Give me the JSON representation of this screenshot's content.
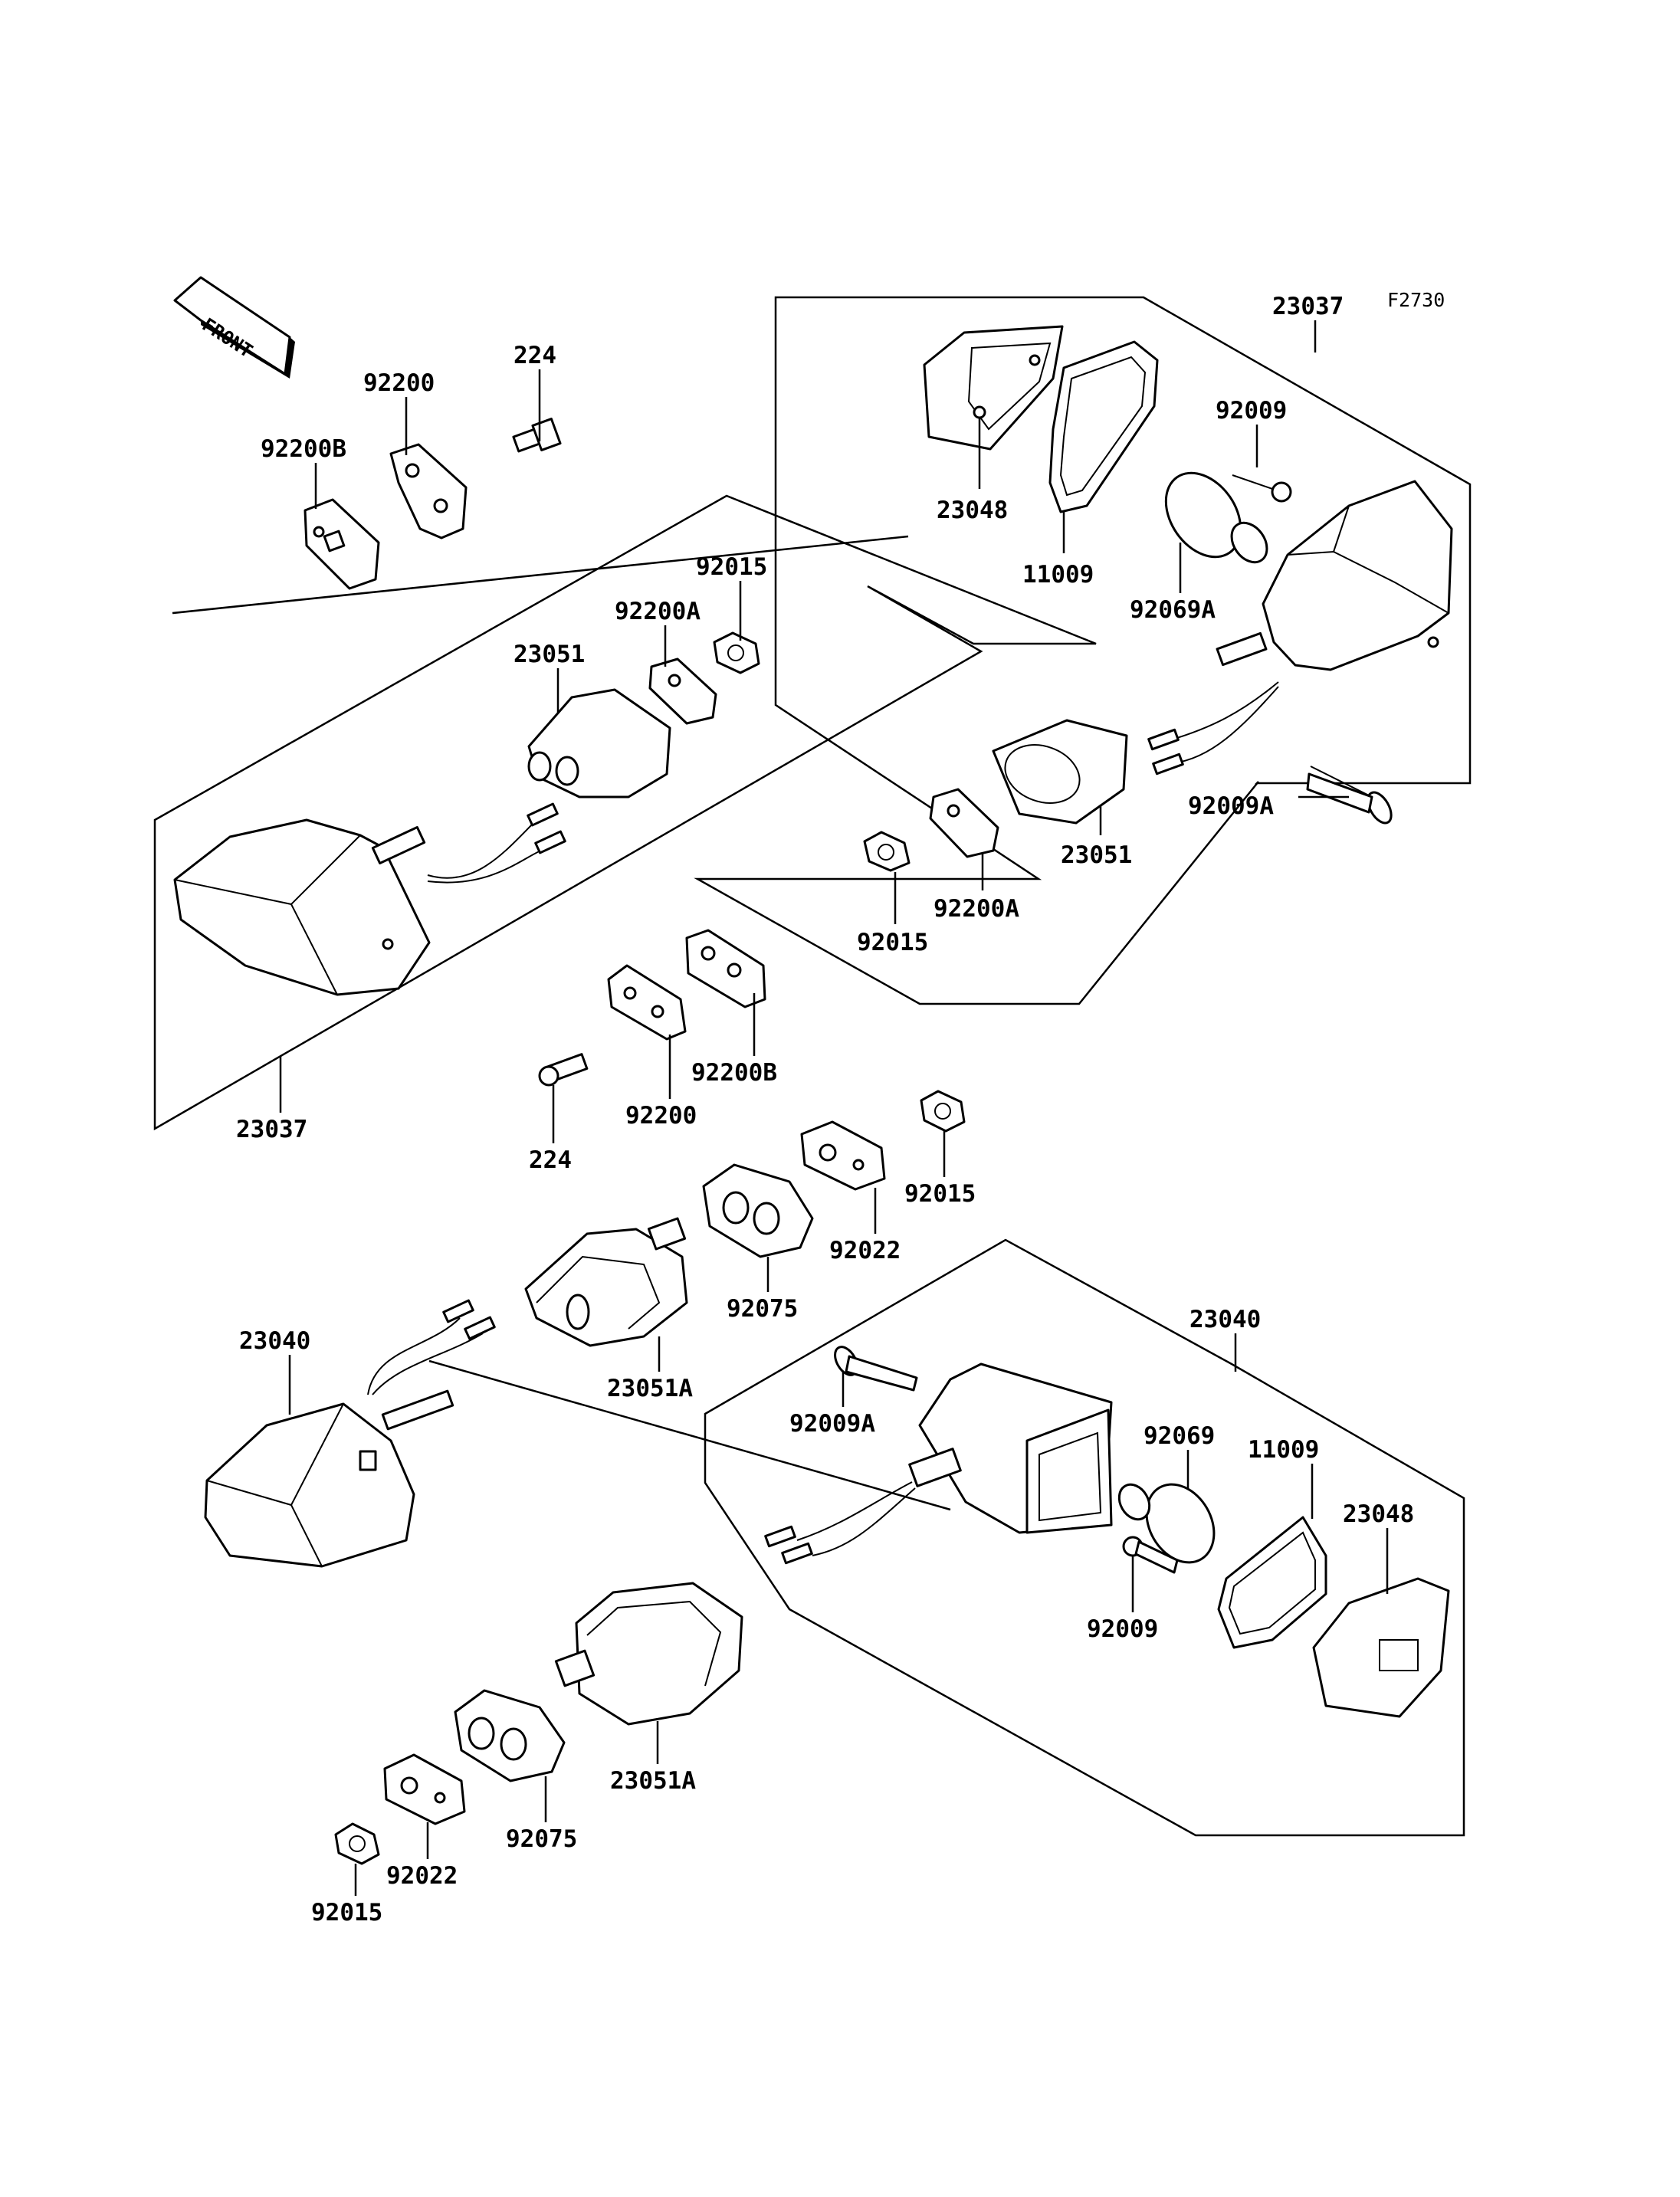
{
  "figure_code": "F2730",
  "front_label": "FRONT",
  "parts": {
    "p23037_top": "23037",
    "p92009_top": "92009",
    "p23048_top": "23048",
    "p11009_top": "11009",
    "p92069A": "92069A",
    "p92009A_top": "92009A",
    "p23051_right": "23051",
    "p92200A_right": "92200A",
    "p92015_right": "92015",
    "p224_top": "224",
    "p92200_top": "92200",
    "p92200B_top": "92200B",
    "p92015_left": "92015",
    "p92200A_left": "92200A",
    "p23051_left": "23051",
    "p23037_bottom": "23037",
    "p92200B_mid": "92200B",
    "p224_mid": "224",
    "p92200_mid": "92200",
    "p92015_mid": "92015",
    "p92022_mid": "92022",
    "p92075_mid": "92075",
    "p23051A_mid": "23051A",
    "p23040_left": "23040",
    "p23040_right": "23040",
    "p92009A_bottom": "92009A",
    "p92069": "92069",
    "p11009_bottom": "11009",
    "p23048_bottom": "23048",
    "p92009_bottom": "92009",
    "p23051A_bottom": "23051A",
    "p92075_bottom": "92075",
    "p92022_bottom": "92022",
    "p92015_bottom": "92015"
  }
}
